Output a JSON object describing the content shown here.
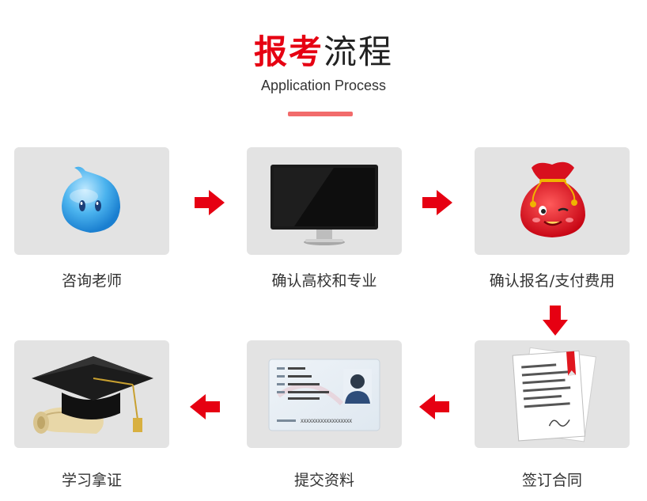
{
  "header": {
    "title_red": "报考",
    "title_dark": "流程",
    "subtitle": "Application Process"
  },
  "colors": {
    "accent": "#e60012",
    "card_bg": "#e3e3e3",
    "underline": "#f26b6b"
  },
  "steps": [
    {
      "label": "咨询老师",
      "icon": "qq-penguin-icon"
    },
    {
      "label": "确认高校和专业",
      "icon": "monitor-icon"
    },
    {
      "label": "确认报名/支付费用",
      "icon": "money-bag-icon"
    },
    {
      "label": "学习拿证",
      "icon": "graduation-cap-icon"
    },
    {
      "label": "提交资料",
      "icon": "id-card-icon"
    },
    {
      "label": "签订合同",
      "icon": "contract-icon"
    }
  ],
  "id_card": {
    "number": "XXXXXXXXXXXXXXXXXX"
  }
}
